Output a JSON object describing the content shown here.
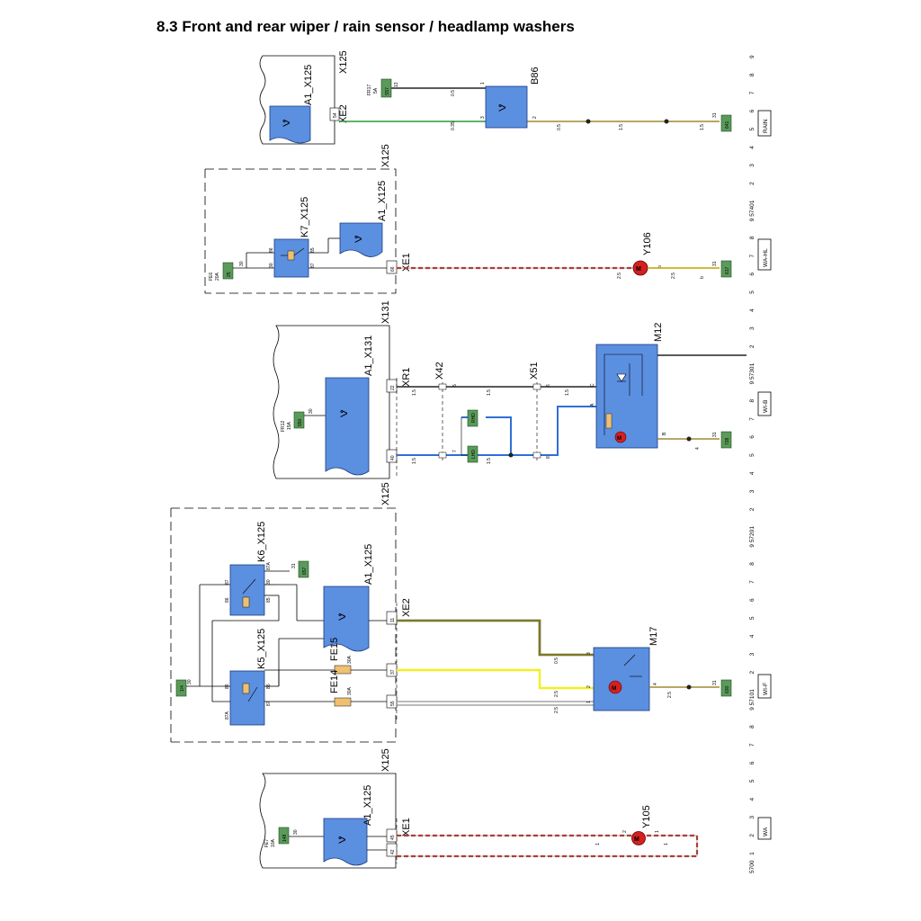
{
  "title": "8.3  Front and rear wiper / rain sensor / headlamp washers",
  "colors": {
    "module_fill": "#5b8fe0",
    "fuse_fill": "#5a9a5a",
    "terminal_fill": "#3f8a4a",
    "motor_fill": "#d42020",
    "wire_green": "#2e9a3a",
    "wire_brown_yellow": "#a08a30",
    "wire_black": "#222222",
    "wire_blue": "#2f6fd6",
    "wire_yellow": "#f2f020",
    "wire_red_dash": "#c83a2a",
    "wire_grey": "#909090"
  },
  "ruler": {
    "labels": [
      "9",
      "8",
      "7",
      "6",
      "5",
      "4",
      "3",
      "2",
      "1",
      "9 5740",
      "8",
      "7",
      "6",
      "5",
      "4",
      "3",
      "2",
      "1",
      "9 5730",
      "8",
      "7",
      "6",
      "5",
      "4",
      "3",
      "2",
      "1",
      "9 5720",
      "8",
      "7",
      "6",
      "5",
      "4",
      "3",
      "2",
      "1",
      "9 5710",
      "8",
      "7",
      "6",
      "5",
      "4",
      "3",
      "2",
      "1",
      "5700"
    ]
  },
  "sections": {
    "rain": "RAIN",
    "wa_hl": "WA-HL",
    "wi_b": "WI-B",
    "wi_f": "WI-F",
    "wa": "WA"
  },
  "rain": {
    "module": "A1_X125",
    "connector": "XE2",
    "connector_pin": "54",
    "housing": "X125",
    "component": "B86",
    "fuse": "FR17",
    "fuse_rating": "5A",
    "fuse_tag": "S57",
    "pin1": "1",
    "pin3": "3",
    "pin2": "2",
    "pin_13": "13",
    "w_05a": "0.5",
    "w_035": "0.35",
    "w_05b": "0.5",
    "w_15a": "1.5",
    "w_15b": "1.5",
    "ground_pin": "31",
    "ground_tag": "641"
  },
  "headlamp": {
    "housing": "X125",
    "relay": "K7_X125",
    "module": "A1_X125",
    "connector": "XE1",
    "fuse": "FE6",
    "fuse_rating": "20A",
    "fuse_tag": "25",
    "pin_30": "30",
    "pin_86": "86",
    "pin_85": "85",
    "pin_87": "87",
    "pin_66": "66",
    "pin_b": "b",
    "component": "Y106",
    "w_25a": "2.5",
    "w_25b": "2.5",
    "w_b": "b",
    "ground_pin": "31",
    "ground_tag": "617"
  },
  "rear": {
    "housing": "X131",
    "module": "A1_X131",
    "connector": "XR1",
    "x42": "X42",
    "x51": "X51",
    "motor": "M12",
    "fuse": "FR12",
    "fuse_rating": "15A",
    "fuse_tag": "550",
    "pin_30": "30",
    "pin_22": "22",
    "pin_40": "40",
    "pin_5": "5",
    "pin_6": "6",
    "pin_7": "7",
    "pin_8": "8",
    "pin_c": "C",
    "pin_a": "A",
    "pin_b": "B",
    "rhd": "RHD",
    "lhd": "LHD",
    "w_15a": "1.5",
    "w_15b": "1.5",
    "w_15c": "1.5",
    "w_15d": "1.5",
    "w_15e": "1.5",
    "w_4": "4",
    "ground_pin": "31",
    "ground_tag": "738"
  },
  "front": {
    "housing": "X125",
    "relay_k6": "K6_X125",
    "relay_k5": "K5_X125",
    "module": "A1_X125",
    "connector": "XE2",
    "fuse_fe15": "FE15",
    "fuse_fe14": "FE14",
    "fuse_rating_a": "30A",
    "fuse_rating_b": "30A",
    "motor": "M17",
    "feed_tag": "1/4",
    "pin_87a": "87A",
    "pin_30a": "30",
    "pin_85a": "85",
    "pin_86a": "86",
    "pin_87b": "87",
    "pin_86b": "86",
    "pin_85b": "85",
    "pin_87c": "87",
    "pin_87ab": "87A",
    "pin_30b": "30",
    "pin_31": "31",
    "pin_11": "11",
    "pin_37": "37",
    "pin_55": "55",
    "k6_tag": "657",
    "pin_3": "3",
    "pin_2": "2",
    "pin_1": "1",
    "pin_4": "4",
    "w_05": "0.5",
    "w_25a": "2.5",
    "w_25b": "2.5",
    "w_25c": "2.5",
    "ground_pin": "31",
    "ground_tag": "630"
  },
  "washer": {
    "housing": "X125",
    "module": "A1_X125",
    "connector": "XE1",
    "component": "Y105",
    "fuse": "FE7",
    "fuse_rating": "10A",
    "fuse_tag": "148",
    "pin_30": "30",
    "pin_45": "45",
    "pin_42": "42",
    "pin_2": "2",
    "pin_1": "1",
    "w_1a": "1",
    "w_1b": "1"
  }
}
